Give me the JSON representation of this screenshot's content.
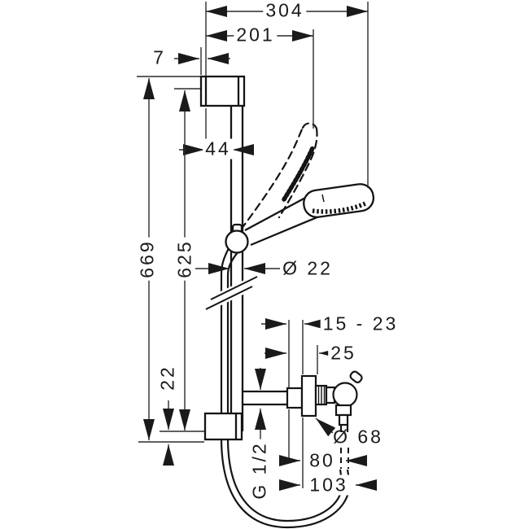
{
  "drawing": {
    "type": "technical-dimension-drawing",
    "subject": "shower slide-bar set with hand shower, hose and exposed valve",
    "units": "mm",
    "line_color": "#1a1a1a",
    "background": "#ffffff",
    "dimensions": {
      "overall_width": "304",
      "handshower_raised_offset": "201",
      "bracket_wall_offset": "7",
      "rail_axis_offset": "44",
      "overall_height": "669",
      "rail_length": "625",
      "rail_diameter": "Ø 22",
      "lower_end_offset": "22",
      "valve_wall_clearance_range": "15 - 23",
      "valve_escutcheon_depth": "25",
      "escutcheon_diameter": "Ø 68",
      "hose_outlet_offset": "80",
      "hose_outlet_outer_offset": "103",
      "connection_thread": "G 1/2"
    }
  }
}
